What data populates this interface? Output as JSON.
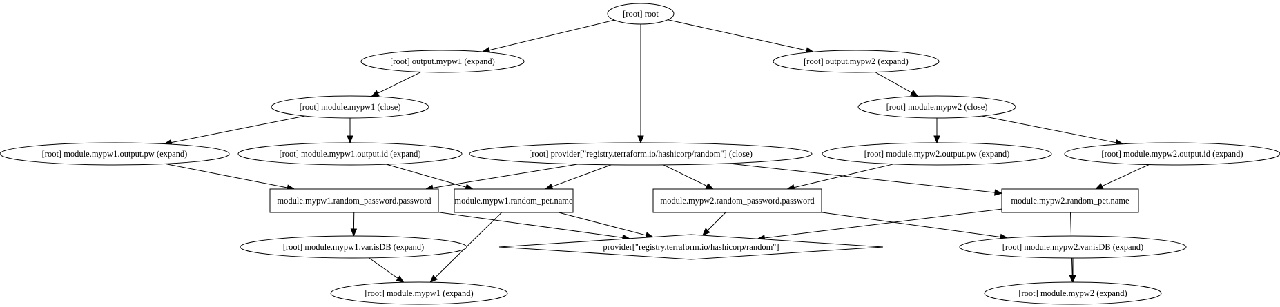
{
  "graph": {
    "nodes": [
      {
        "id": "root",
        "label": "[root] root",
        "shape": "ellipse"
      },
      {
        "id": "out1",
        "label": "[root] output.mypw1 (expand)",
        "shape": "ellipse"
      },
      {
        "id": "out2",
        "label": "[root] output.mypw2 (expand)",
        "shape": "ellipse"
      },
      {
        "id": "mod1close",
        "label": "[root] module.mypw1 (close)",
        "shape": "ellipse"
      },
      {
        "id": "mod2close",
        "label": "[root] module.mypw2 (close)",
        "shape": "ellipse"
      },
      {
        "id": "m1pw",
        "label": "[root] module.mypw1.output.pw (expand)",
        "shape": "ellipse"
      },
      {
        "id": "m1id",
        "label": "[root] module.mypw1.output.id (expand)",
        "shape": "ellipse"
      },
      {
        "id": "provclose",
        "label": "[root] provider[\"registry.terraform.io/hashicorp/random\"] (close)",
        "shape": "ellipse"
      },
      {
        "id": "m2pw",
        "label": "[root] module.mypw2.output.pw (expand)",
        "shape": "ellipse"
      },
      {
        "id": "m2id",
        "label": "[root] module.mypw2.output.id (expand)",
        "shape": "ellipse"
      },
      {
        "id": "rp1",
        "label": "module.mypw1.random_password.password",
        "shape": "box"
      },
      {
        "id": "pet1",
        "label": "module.mypw1.random_pet.name",
        "shape": "box"
      },
      {
        "id": "rp2",
        "label": "module.mypw2.random_password.password",
        "shape": "box"
      },
      {
        "id": "pet2",
        "label": "module.mypw2.random_pet.name",
        "shape": "box"
      },
      {
        "id": "var1",
        "label": "[root] module.mypw1.var.isDB (expand)",
        "shape": "ellipse"
      },
      {
        "id": "prov",
        "label": "provider[\"registry.terraform.io/hashicorp/random\"]",
        "shape": "diamond"
      },
      {
        "id": "var2",
        "label": "[root] module.mypw2.var.isDB (expand)",
        "shape": "ellipse"
      },
      {
        "id": "mod1",
        "label": "[root] module.mypw1 (expand)",
        "shape": "ellipse"
      },
      {
        "id": "mod2",
        "label": "[root] module.mypw2 (expand)",
        "shape": "ellipse"
      }
    ],
    "edges": [
      {
        "from": "root",
        "to": "out1"
      },
      {
        "from": "root",
        "to": "provclose"
      },
      {
        "from": "root",
        "to": "out2"
      },
      {
        "from": "out1",
        "to": "mod1close"
      },
      {
        "from": "out2",
        "to": "mod2close"
      },
      {
        "from": "mod1close",
        "to": "m1pw"
      },
      {
        "from": "mod1close",
        "to": "m1id"
      },
      {
        "from": "mod2close",
        "to": "m2pw"
      },
      {
        "from": "mod2close",
        "to": "m2id"
      },
      {
        "from": "m1pw",
        "to": "rp1"
      },
      {
        "from": "m1id",
        "to": "pet1"
      },
      {
        "from": "provclose",
        "to": "rp1"
      },
      {
        "from": "provclose",
        "to": "pet1"
      },
      {
        "from": "provclose",
        "to": "rp2"
      },
      {
        "from": "provclose",
        "to": "pet2"
      },
      {
        "from": "m2pw",
        "to": "rp2"
      },
      {
        "from": "m2id",
        "to": "pet2"
      },
      {
        "from": "rp1",
        "to": "var1"
      },
      {
        "from": "rp1",
        "to": "prov"
      },
      {
        "from": "pet1",
        "to": "prov"
      },
      {
        "from": "pet1",
        "to": "mod1"
      },
      {
        "from": "rp2",
        "to": "prov"
      },
      {
        "from": "rp2",
        "to": "var2"
      },
      {
        "from": "pet2",
        "to": "prov"
      },
      {
        "from": "pet2",
        "to": "mod2"
      },
      {
        "from": "var1",
        "to": "mod1"
      },
      {
        "from": "var2",
        "to": "mod2"
      }
    ]
  }
}
